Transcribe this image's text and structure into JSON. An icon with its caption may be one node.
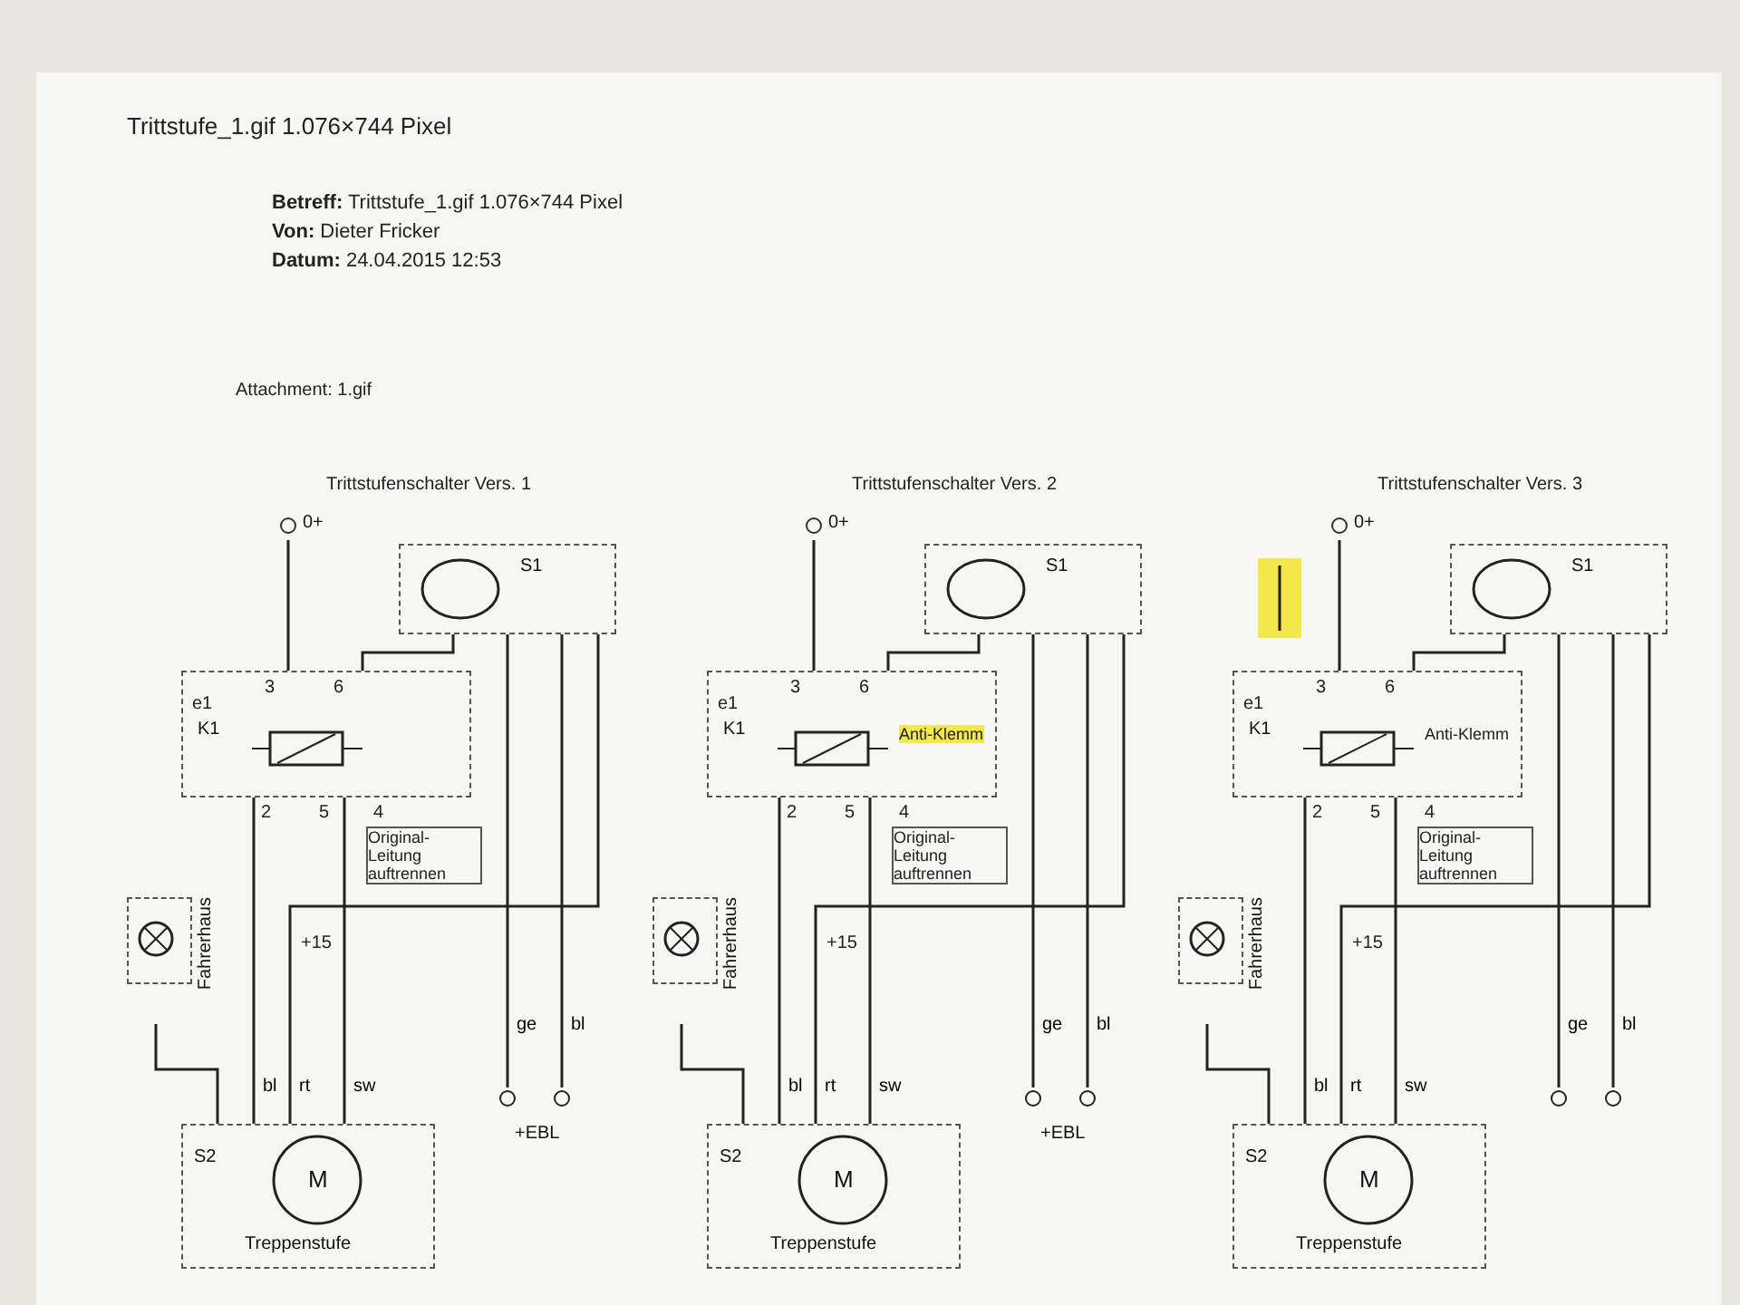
{
  "diagram": {
    "nodes": [
      {
        "text": [
          "0+"
        ]
      },
      {
        "text": [
          "S1"
        ]
      },
      {
        "text": [
          "K1"
        ]
      },
      {
        "text": [
          "Fahrerhaus"
        ]
      },
      {
        "text": [
          "S2",
          "M",
          "Treppenstufe"
        ]
      },
      {
        "text": [
          "+EBL"
        ]
      },
      {
        "text": [
          "0+"
        ]
      },
      {
        "text": [
          "S1"
        ]
      },
      {
        "text": [
          "K1"
        ]
      },
      {
        "text": [
          "Fahrerhaus"
        ]
      },
      {
        "text": [
          "S2",
          "M",
          "Treppenstufe"
        ]
      },
      {
        "text": [
          "+EBL"
        ]
      },
      {
        "text": [
          "0+"
        ]
      },
      {
        "text": [
          "S1"
        ]
      },
      {
        "text": [
          "K1"
        ]
      },
      {
        "text": [
          "Fahrerhaus"
        ]
      },
      {
        "text": [
          "S2",
          "M",
          "Treppenstufe"
        ]
      },
      {
        "text": [],
        "shape": "circle"
      }
    ],
    "edges": [
      {
        "from": 0,
        "to": 2,
        "arrow": "none"
      },
      {
        "from": 1,
        "to": 2,
        "arrow": "none"
      },
      {
        "from": 2,
        "to": 4,
        "arrow": "none",
        "label": "bl"
      },
      {
        "from": 3,
        "to": 4,
        "arrow": "none"
      },
      {
        "from": 2,
        "to": 4,
        "arrow": "none",
        "label": "sw"
      },
      {
        "from": 1,
        "to": 4,
        "arrow": "none",
        "label": "rt"
      },
      {
        "from": 1,
        "to": 5,
        "arrow": "none",
        "label": "ge"
      },
      {
        "from": 1,
        "to": 5,
        "arrow": "none",
        "label": "bl"
      },
      {
        "from": 6,
        "to": 8,
        "arrow": "none"
      },
      {
        "from": 7,
        "to": 8,
        "arrow": "none"
      },
      {
        "from": 8,
        "to": 10,
        "arrow": "none",
        "label": "bl"
      },
      {
        "from": 9,
        "to": 10,
        "arrow": "none"
      },
      {
        "from": 8,
        "to": 10,
        "arrow": "none",
        "label": "sw"
      },
      {
        "from": 7,
        "to": 10,
        "arrow": "none",
        "label": "rt"
      },
      {
        "from": 7,
        "to": 11,
        "arrow": "none",
        "label": "ge"
      },
      {
        "from": 7,
        "to": 11,
        "arrow": "none",
        "label": "bl"
      },
      {
        "from": 12,
        "to": 14,
        "arrow": "none"
      },
      {
        "from": 13,
        "to": 14,
        "arrow": "none"
      },
      {
        "from": 14,
        "to": 16,
        "arrow": "none",
        "label": "bl"
      },
      {
        "from": 15,
        "to": 16,
        "arrow": "none"
      },
      {
        "from": 14,
        "to": 16,
        "arrow": "none",
        "label": "sw"
      },
      {
        "from": 13,
        "to": 16,
        "arrow": "none",
        "label": "rt"
      },
      {
        "from": 13,
        "to": 17,
        "arrow": "none",
        "label": "ge"
      },
      {
        "from": 13,
        "to": 17,
        "arrow": "none",
        "label": "bl"
      }
    ],
    "labels": [
      "Trittstufe_1.gif 1.076×744 Pixel",
      "**Betreff:** Trittstufe_1.gif 1.076×744 Pixel",
      "**Von:** Dieter Fricker",
      "**Datum:** 24.04.2015 12:53",
      "Attachment: 1.gif",
      "Trittstufenschalter Vers. 1",
      "3",
      "6",
      "e1",
      "2",
      "5",
      "4",
      "Original-Leitung auftrennen",
      "+15",
      "Trittstufenschalter Vers. 2",
      "3",
      "6",
      "e1",
      "2",
      "5",
      "4",
      "Original-Leitung auftrennen",
      "+15",
      "Anti-Klemm",
      "Trittstufenschalter Vers. 3",
      "3",
      "6",
      "e1",
      "2",
      "5",
      "4",
      "Original-Leitung auftrennen",
      "+15",
      "Anti-Klemm"
    ]
  }
}
